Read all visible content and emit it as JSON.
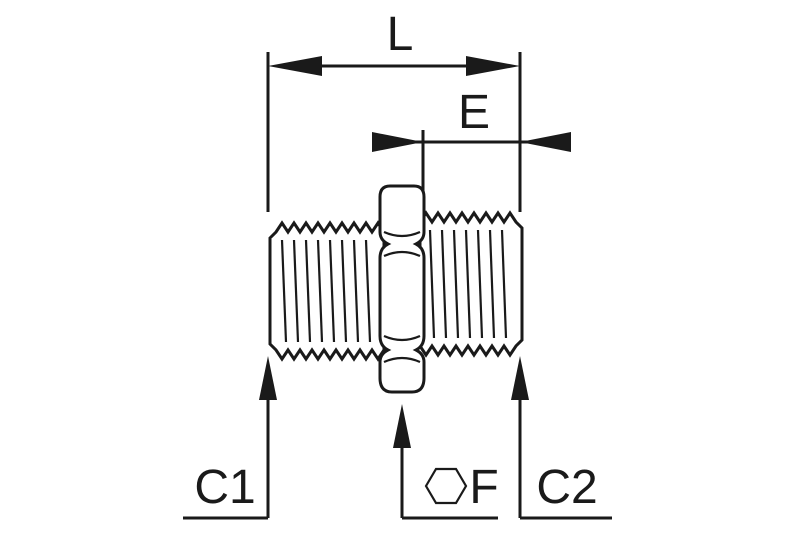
{
  "diagram": {
    "labels": {
      "length": "L",
      "thread_length": "E",
      "thread_1": "C1",
      "thread_2": "C2",
      "hex_size": "F"
    },
    "icons": {
      "hex_symbol": "hexagon-icon"
    },
    "colors": {
      "ink": "#1a1a1a",
      "background": "#ffffff"
    }
  }
}
